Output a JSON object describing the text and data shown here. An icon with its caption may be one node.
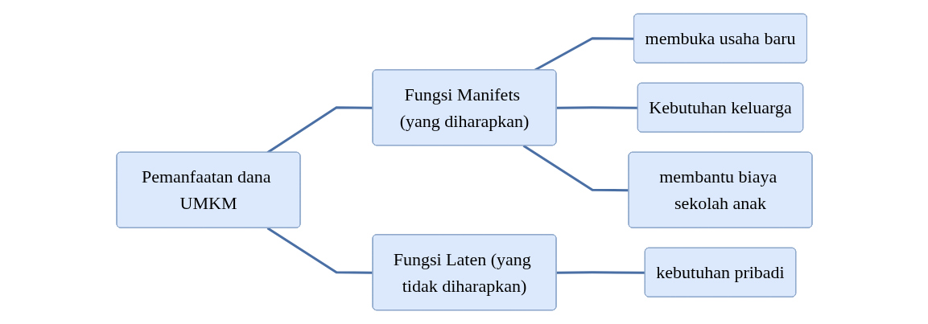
{
  "diagram": {
    "nodes": [
      {
        "text": [
          "Pemanfaatan dana UMKM"
        ]
      },
      {
        "text": [
          "Fungsi Manifets (yang diharapkan)"
        ]
      },
      {
        "text": [
          "Fungsi Laten (yang tidak diharapkan)"
        ]
      },
      {
        "text": [
          "membuka usaha baru"
        ]
      },
      {
        "text": [
          "Kebutuhan keluarga"
        ]
      },
      {
        "text": [
          "membantu biaya sekolah anak"
        ]
      },
      {
        "text": [
          "kebutuhan pribadi"
        ]
      }
    ],
    "edges": [
      {
        "from": 0,
        "to": 1,
        "arrow": "none"
      },
      {
        "from": 0,
        "to": 2,
        "arrow": "none"
      },
      {
        "from": 1,
        "to": 3,
        "arrow": "none"
      },
      {
        "from": 1,
        "to": 4,
        "arrow": "none"
      },
      {
        "from": 1,
        "to": 5,
        "arrow": "none"
      },
      {
        "from": 2,
        "to": 6,
        "arrow": "none"
      }
    ]
  }
}
